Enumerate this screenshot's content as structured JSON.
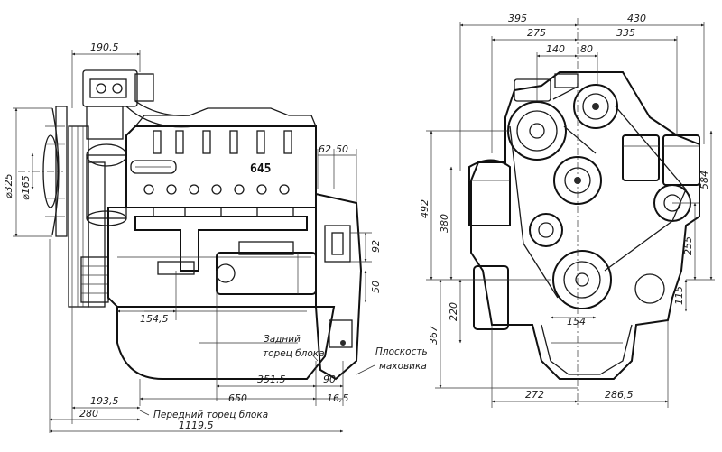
{
  "side_view": {
    "engine_code": "645",
    "dimensions": {
      "top_190_5": "190,5",
      "dia_325": "⌀325",
      "dia_165": "⌀165",
      "d62": "62",
      "d50_top": "50",
      "d92": "92",
      "d50_right": "50",
      "d154_5": "154,5",
      "d351_5": "351,5",
      "d90": "90",
      "d650": "650",
      "d16_5": "16,5",
      "d193_5": "193,5",
      "d280": "280",
      "d1119_5": "1119,5"
    },
    "labels": {
      "rear_face_l1": "Задний",
      "rear_face_l2": "торец блока",
      "flywheel_plane_l1": "Плоскость",
      "flywheel_plane_l2": "маховика",
      "front_face": "Передний торец блока"
    }
  },
  "front_view": {
    "dimensions": {
      "d395": "395",
      "d430": "430",
      "d275": "275",
      "d335": "335",
      "d140": "140",
      "d80": "80",
      "d492": "492",
      "d380": "380",
      "d584": "584",
      "d255": "255",
      "d220": "220",
      "d115": "115",
      "d367": "367",
      "d154": "154",
      "d272": "272",
      "d286_5": "286,5"
    }
  }
}
